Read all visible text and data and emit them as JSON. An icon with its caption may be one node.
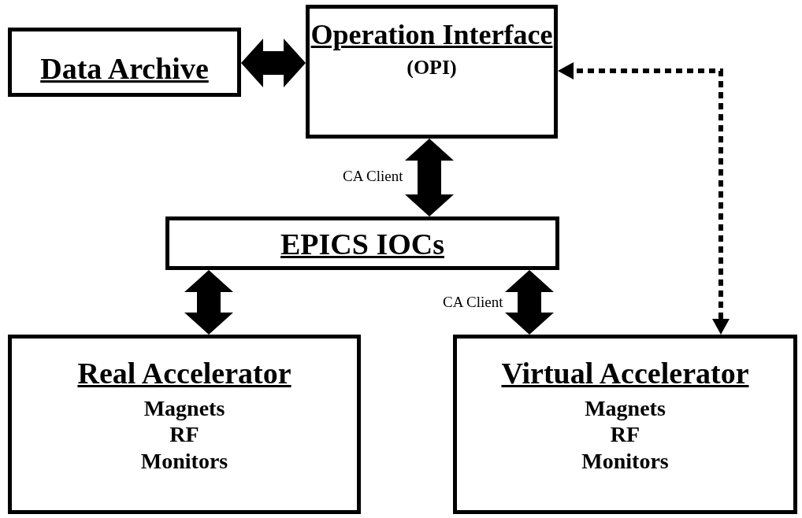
{
  "diagram": {
    "nodes": [
      {
        "text": [
          "Data Archive"
        ]
      },
      {
        "text": [
          "Operation Interface",
          "(OPI)"
        ]
      },
      {
        "text": [
          "EPICS IOCs"
        ]
      },
      {
        "text": [
          "Real Accelerator",
          "Magnets",
          "RF",
          "Monitors"
        ]
      },
      {
        "text": [
          "Virtual Accelerator",
          "Magnets",
          "RF",
          "Monitors"
        ]
      }
    ],
    "edges": [
      {
        "from": 0,
        "to": 1,
        "arrow": "both"
      },
      {
        "from": 1,
        "to": 2,
        "arrow": "both",
        "label": "CA Client"
      },
      {
        "from": 2,
        "to": 3,
        "arrow": "both"
      },
      {
        "from": 2,
        "to": 4,
        "arrow": "both",
        "label": "CA Client"
      },
      {
        "from": 4,
        "to": 1,
        "arrow": "both",
        "style": "dashed"
      }
    ]
  }
}
